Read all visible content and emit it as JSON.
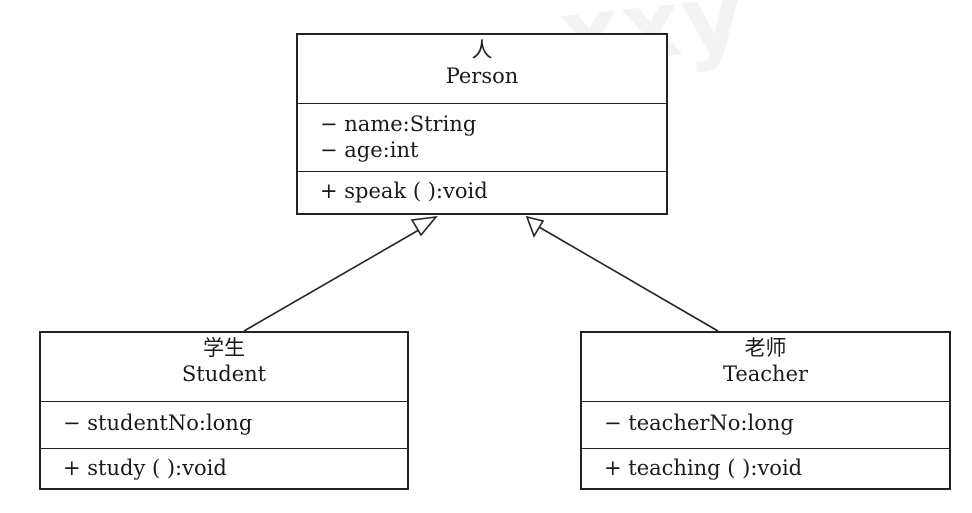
{
  "watermark": "xxy",
  "classes": {
    "person": {
      "cn_name": "人",
      "en_name": "Person",
      "attributes": [
        "− name:String",
        "− age:int"
      ],
      "operations": [
        "+ speak ( ):void"
      ]
    },
    "student": {
      "cn_name": "学生",
      "en_name": "Student",
      "attributes": [
        "− studentNo:long"
      ],
      "operations": [
        "+ study ( ):void"
      ]
    },
    "teacher": {
      "cn_name": "老师",
      "en_name": "Teacher",
      "attributes": [
        "− teacherNo:long"
      ],
      "operations": [
        "+ teaching ( ):void"
      ]
    }
  },
  "relationships": [
    {
      "type": "generalization",
      "from": "student",
      "to": "person"
    },
    {
      "type": "generalization",
      "from": "teacher",
      "to": "person"
    }
  ],
  "colors": {
    "line": "#222222",
    "background": "#ffffff",
    "watermark": "#f3f3f3"
  }
}
